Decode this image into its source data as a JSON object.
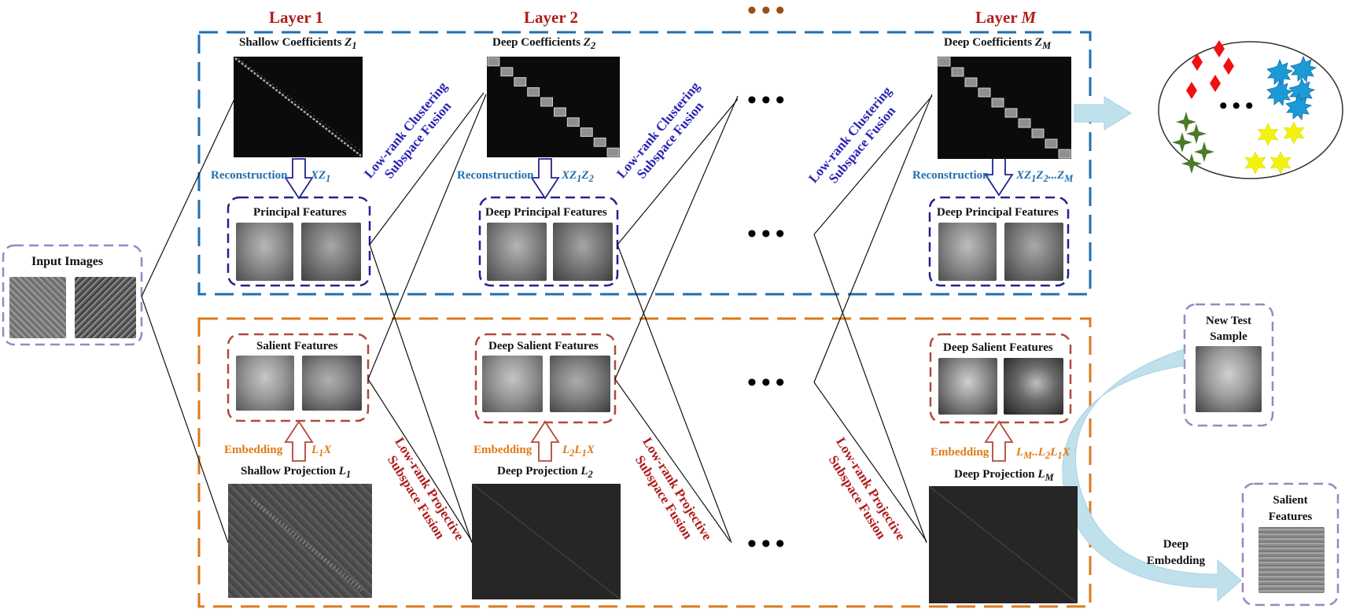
{
  "layers": {
    "layer1": "Layer 1",
    "layer2": "Layer 2",
    "layerM_prefix": "Layer ",
    "layerM_italic": "M"
  },
  "input": {
    "title": "Input Images"
  },
  "coefficients": {
    "shallow": {
      "label": "Shallow Coefficients ",
      "sym": "Z",
      "sub": "1"
    },
    "deep2": {
      "label": "Deep Coefficients  ",
      "sym": "Z",
      "sub": "2"
    },
    "deepM": {
      "label": "Deep Coefficients  ",
      "sym": "Z",
      "sub": "M"
    }
  },
  "reconstruction": {
    "label": "Reconstruction",
    "f1": "XZ1",
    "f2": "XZ1Z2",
    "fM": "XZ1Z2...ZM"
  },
  "principal": {
    "p1": "Principal Features",
    "p2": "Deep Principal Features",
    "pM": "Deep Principal Features"
  },
  "fusion": {
    "clustering_line1": "Low-rank Clustering",
    "clustering_line2": "Subspace Fusion",
    "projective_line1": "Low-rank Projective",
    "projective_line2": "Subspace Fusion"
  },
  "salient": {
    "s1": "Salient Features",
    "s2": "Deep Salient Features",
    "sM": "Deep Salient Features"
  },
  "embedding": {
    "label": "Embedding",
    "f1": "L1X",
    "f2": "L2L1X",
    "fM": "LM..L2L1X"
  },
  "projection": {
    "shallow": {
      "label": "Shallow Projection ",
      "sym": "L",
      "sub": "1"
    },
    "deep2": {
      "label": "Deep Projection ",
      "sym": "L",
      "sub": "2"
    },
    "deepM": {
      "label": "Deep Projection ",
      "sym": "L",
      "sub": "M"
    }
  },
  "test": {
    "title_line1": "New Test",
    "title_line2": "Sample",
    "deep_line1": "Deep",
    "deep_line2": "Embedding",
    "out_line1": "Salient",
    "out_line2": "Features"
  },
  "colors": {
    "blue_box": "#1f6fb0",
    "orange_box": "#d97a1e",
    "navy_dash": "#23238f",
    "brown_dash": "#b04a3a",
    "purple_dash": "#9a86c4",
    "red_text": "#b01c1c",
    "blue_text": "#1f6fb0",
    "orange_text": "#e07a14",
    "arrow_fill": "#bfe1ec"
  }
}
